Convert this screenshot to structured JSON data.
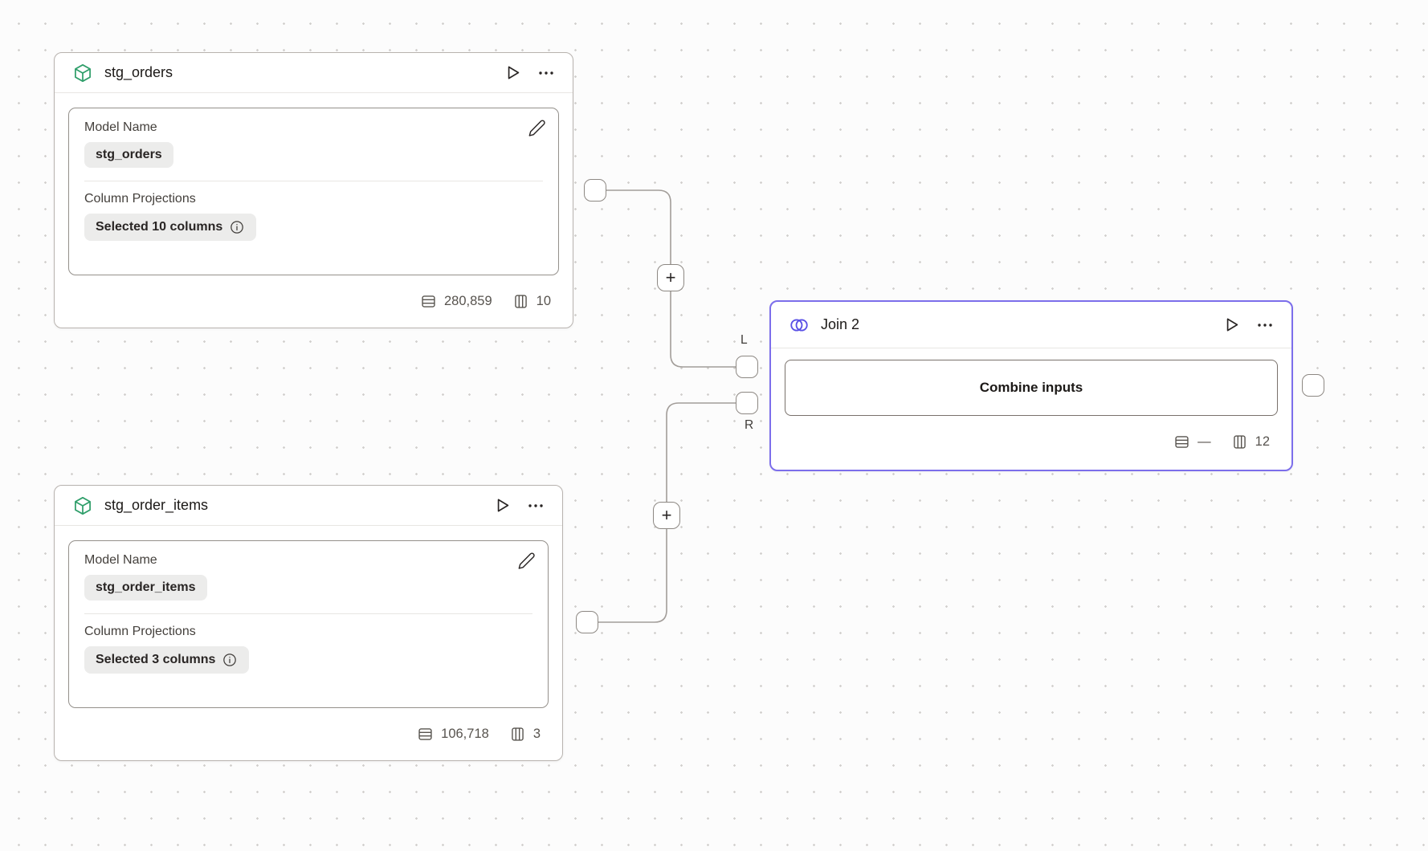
{
  "ui": {
    "add_step_label": "+"
  },
  "colors": {
    "join_accent_border": "#7c6eeb",
    "join_icon_purple": "#5a50e6",
    "model_icon_green": "#2f9e6a",
    "edge_gray": "#a29d99",
    "canvas_dot": "#d2d0ce",
    "badge_bg": "#ececeb"
  },
  "nodes": {
    "stg_orders": {
      "title": "stg_orders",
      "model_name_label": "Model Name",
      "model_name_value": "stg_orders",
      "column_projections_label": "Column Projections",
      "column_projections_value": "Selected 10 columns",
      "row_count": "280,859",
      "column_count": "10"
    },
    "stg_order_items": {
      "title": "stg_order_items",
      "model_name_label": "Model Name",
      "model_name_value": "stg_order_items",
      "column_projections_label": "Column Projections",
      "column_projections_value": "Selected 3 columns",
      "row_count": "106,718",
      "column_count": "3"
    },
    "join": {
      "title": "Join 2",
      "combine_button_label": "Combine inputs",
      "row_count": "—",
      "column_count": "12",
      "left_port_label": "L",
      "right_port_label": "R"
    }
  }
}
